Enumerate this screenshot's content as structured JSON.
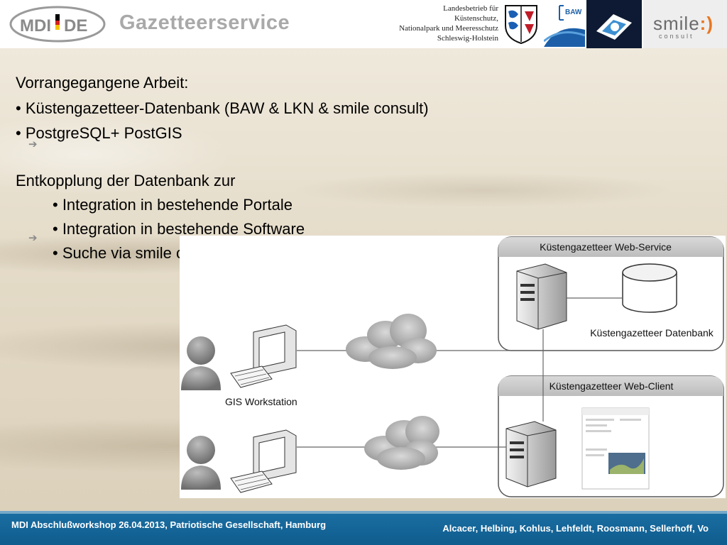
{
  "header": {
    "logo_text": "MDI:DE",
    "title": "Gazetteerservice",
    "agency_lines": [
      "Landesbetrieb für",
      "Küstenschutz,",
      "Nationalpark und Meeresschutz",
      "Schleswig-Holstein"
    ],
    "baw_logo_text": "BAW",
    "smile_logo_text": "smile",
    "smile_logo_colon": ":)",
    "smile_logo_sub": "consult"
  },
  "body": {
    "section1_heading": "Vorrangegangene Arbeit:",
    "section1_bullets": [
      "• Küstengazetteer-Datenbank (BAW & LKN & smile consult)",
      "• PostgreSQL+ PostGIS"
    ],
    "section2_heading": "Entkopplung der Datenbank zur",
    "section2_bullets": [
      "• Integration in bestehende Portale",
      "• Integration in bestehende Software",
      "• Suche via smile consult Web-Client"
    ]
  },
  "diagram": {
    "web_service_label": "Küstengazetteer Web-Service",
    "database_label": "Küstengazetteer Datenbank",
    "web_client_label": "Küstengazetteer Web-Client",
    "workstation_label": "GIS Workstation"
  },
  "footer": {
    "left": "MDI Abschlußworkshop 26.04.2013, Patriotische Gesellschaft, Hamburg",
    "right": "Alcacer, Helbing, Kohlus, Lehfeldt, Roosmann, Sellerhoff, Vo"
  },
  "colors": {
    "footer_blue": "#0f5c8e",
    "title_grey": "#a9a9a9",
    "smile_orange": "#e87722"
  }
}
